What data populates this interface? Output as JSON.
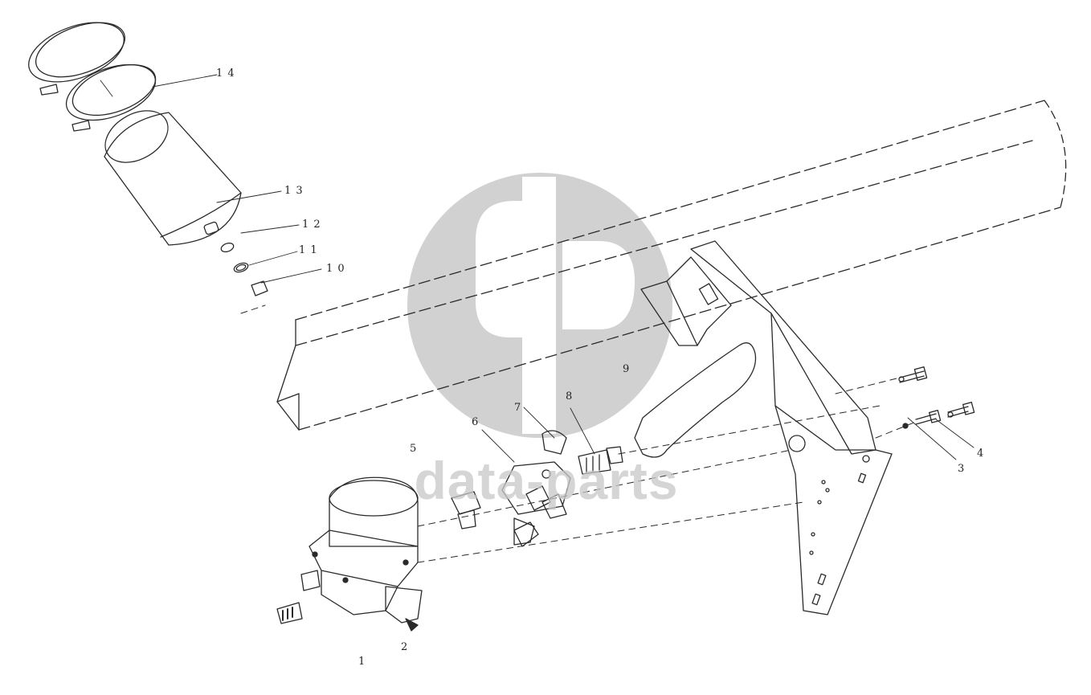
{
  "watermark": {
    "text": "data-parts",
    "logo": "gp-logo",
    "color": "#c8c8c8"
  },
  "line_color": "#2a2a2a",
  "callouts": [
    {
      "id": "1",
      "label": "1"
    },
    {
      "id": "2",
      "label": "2"
    },
    {
      "id": "3",
      "label": "3"
    },
    {
      "id": "4",
      "label": "4"
    },
    {
      "id": "5",
      "label": "5"
    },
    {
      "id": "6",
      "label": "6"
    },
    {
      "id": "7",
      "label": "7"
    },
    {
      "id": "8",
      "label": "8"
    },
    {
      "id": "9",
      "label": "9"
    },
    {
      "id": "10",
      "label": "1 0"
    },
    {
      "id": "11",
      "label": "1 1"
    },
    {
      "id": "12",
      "label": "1 2"
    },
    {
      "id": "13",
      "label": "1 3"
    },
    {
      "id": "14",
      "label": "1 4"
    }
  ]
}
